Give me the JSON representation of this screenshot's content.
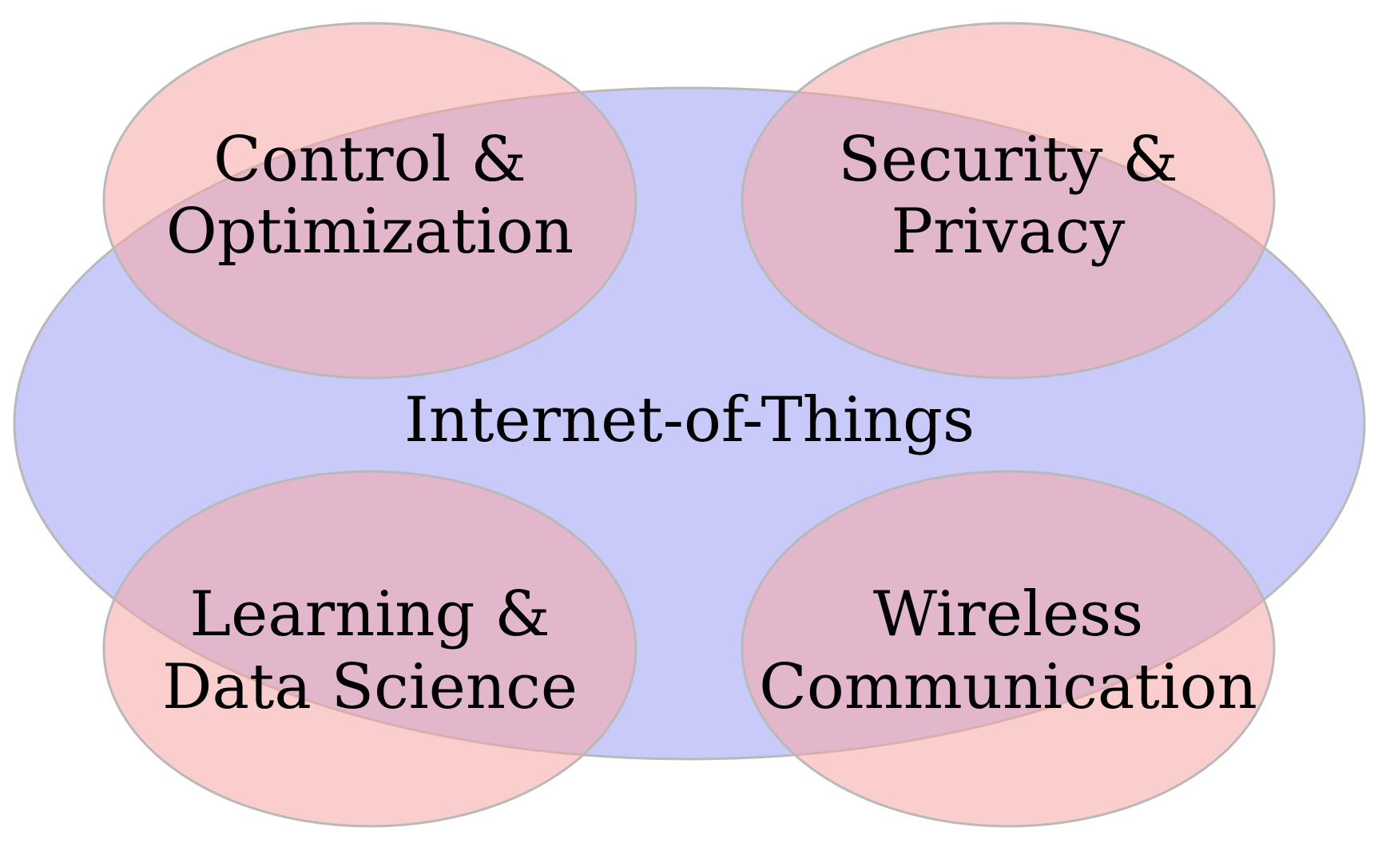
{
  "colors": {
    "center_fill": "#c8caf9",
    "petal_fill": "#f8a6a6",
    "petal_opacity": 0.55,
    "outline": "#b9b9b9",
    "text": "#000000"
  },
  "center": {
    "label": "Internet-of-Things"
  },
  "petals": [
    {
      "line1": "Control &",
      "line2": "Optimization"
    },
    {
      "line1": "Security &",
      "line2": "Privacy"
    },
    {
      "line1": "Learning &",
      "line2": "Data Science"
    },
    {
      "line1": "Wireless",
      "line2": "Communication"
    }
  ]
}
